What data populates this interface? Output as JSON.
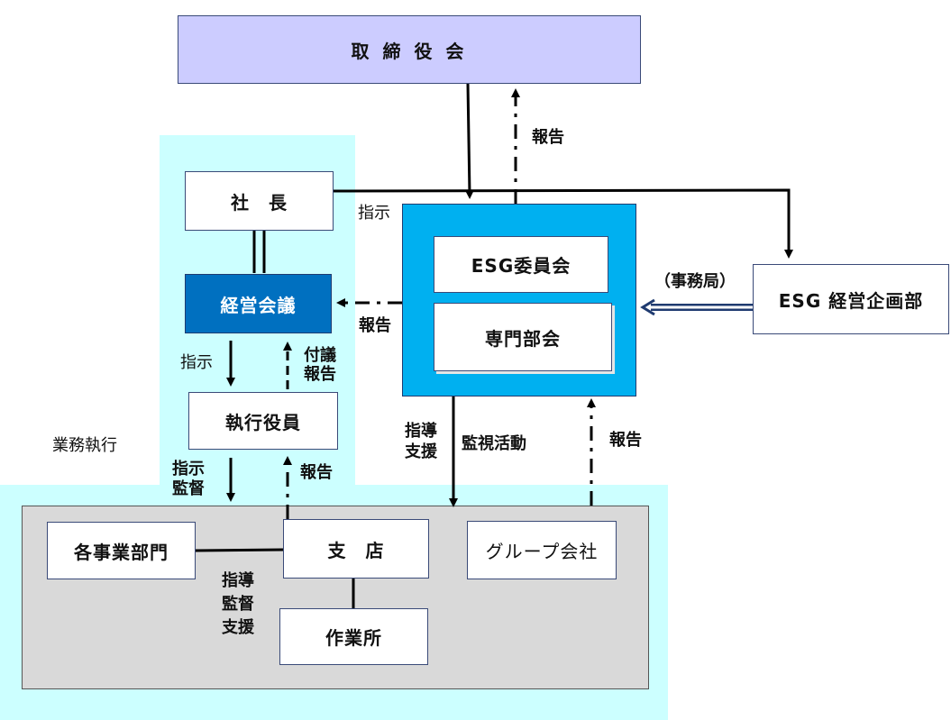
{
  "nodes": {
    "board": "取 締 役 会",
    "president": "社　長",
    "management_meeting": "経営会議",
    "executive_officers": "執行役員",
    "esg_committee": "ESG委員会",
    "expert_subcommittee": "専門部会",
    "esg_planning_dept": "ESG 経営企画部",
    "business_divisions": "各事業部門",
    "branch": "支　店",
    "group_companies": "グループ会社",
    "work_site": "作業所"
  },
  "labels": {
    "report_to_board": "報告",
    "instruct_president": "指示",
    "report_to_mgmt": "報告",
    "secretariat": "（事務局）",
    "instruct_exec": "指示",
    "deliberation_report_1": "付議",
    "deliberation_report_2": "報告",
    "business_execution": "業務執行",
    "instruct_supervise_1": "指示",
    "instruct_supervise_2": "監督",
    "report_from_branch": "報告",
    "guide_support_1": "指導",
    "guide_support_2": "支援",
    "monitoring": "監視活動",
    "report_from_group": "報告",
    "branch_guide_1": "指導",
    "branch_guide_2": "監督",
    "branch_guide_3": "支援"
  },
  "colors": {
    "board_fill": "#ccccff",
    "light_cyan": "#ccffff",
    "gray_panel": "#d9d9d9",
    "esg_blue": "#00b0f0",
    "mgmt_blue": "#0070c0",
    "line": "#000000",
    "border": "#3a4a78"
  }
}
